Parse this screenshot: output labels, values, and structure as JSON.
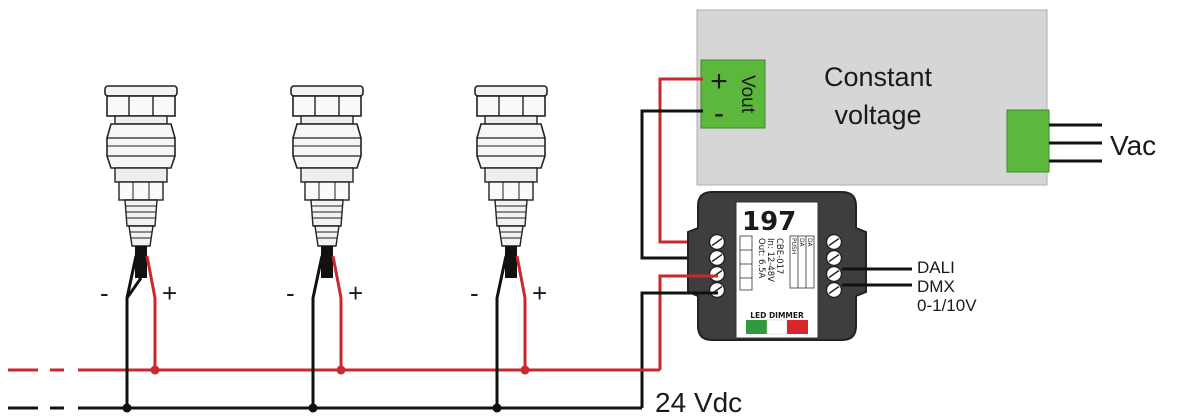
{
  "power_supply": {
    "title_line1": "Constant",
    "title_line2": "voltage",
    "vout_label": "Vout",
    "plus": "+",
    "minus": "-",
    "input_label": "Vac"
  },
  "dimmer": {
    "id": "197",
    "spec_lines": [
      "CBE-017",
      "In: 12-48V",
      "Out: 6.5A"
    ],
    "terminal_labels": [
      "PUSH",
      "DA",
      "DA"
    ],
    "brand_text": "LED DIMMER"
  },
  "control_inputs": [
    "DALI",
    "DMX",
    "0-1/10V"
  ],
  "bus_label": "24 Vdc",
  "lights": [
    {
      "minus": "-",
      "plus": "+"
    },
    {
      "minus": "-",
      "plus": "+"
    },
    {
      "minus": "-",
      "plus": "+"
    }
  ],
  "colors": {
    "positive_wire": "#c8282e",
    "negative_wire": "#111111",
    "psu_body": "#d6d6d6",
    "terminal_green": "#5cb83c",
    "dimmer_body": "#3e3e40"
  }
}
